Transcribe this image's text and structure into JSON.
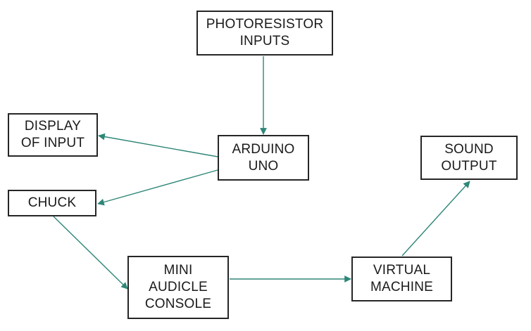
{
  "diagram": {
    "nodes": {
      "photoresistor": {
        "line1": "PHOTORESISTOR",
        "line2": "INPUTS"
      },
      "display": {
        "line1": "DISPLAY",
        "line2": "OF INPUT"
      },
      "arduino": {
        "line1": "ARDUINO",
        "line2": "UNO"
      },
      "sound": {
        "line1": "SOUND",
        "line2": "OUTPUT"
      },
      "chuck": {
        "line1": "CHUCK"
      },
      "miniaudicle": {
        "line1": "MINI",
        "line2": "AUDICLE",
        "line3": "CONSOLE"
      },
      "vm": {
        "line1": "VIRTUAL",
        "line2": "MACHINE"
      }
    },
    "edges": [
      {
        "from": "photoresistor",
        "to": "arduino"
      },
      {
        "from": "arduino",
        "to": "display"
      },
      {
        "from": "arduino",
        "to": "chuck"
      },
      {
        "from": "chuck",
        "to": "miniaudicle"
      },
      {
        "from": "miniaudicle",
        "to": "vm"
      },
      {
        "from": "vm",
        "to": "sound"
      }
    ],
    "colors": {
      "edge": "#2e8677",
      "border": "#262626",
      "text": "#1a1a1a"
    }
  }
}
